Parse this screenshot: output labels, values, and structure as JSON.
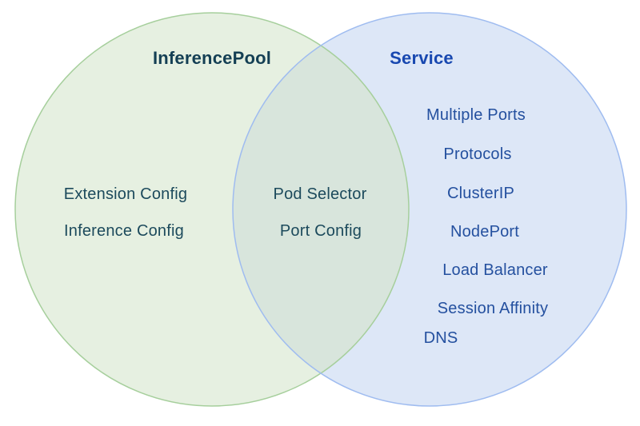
{
  "venn": {
    "left": {
      "title": "InferencePool",
      "items": [
        "Extension Config",
        "Inference Config"
      ],
      "fill": "#e6f0e1",
      "stroke": "#a6cf9c",
      "text_color": "#1c4a5c"
    },
    "intersection": {
      "items": [
        "Pod Selector",
        "Port Config"
      ],
      "fill": "#d8e5dc"
    },
    "right": {
      "title": "Service",
      "items": [
        "Multiple Ports",
        "Protocols",
        "ClusterIP",
        "NodePort",
        "Load Balancer",
        "Session Affinity",
        "DNS"
      ],
      "fill": "#dde7f7",
      "stroke": "#9fbcf0",
      "title_color": "#1848b0",
      "text_color": "#24509f"
    }
  }
}
